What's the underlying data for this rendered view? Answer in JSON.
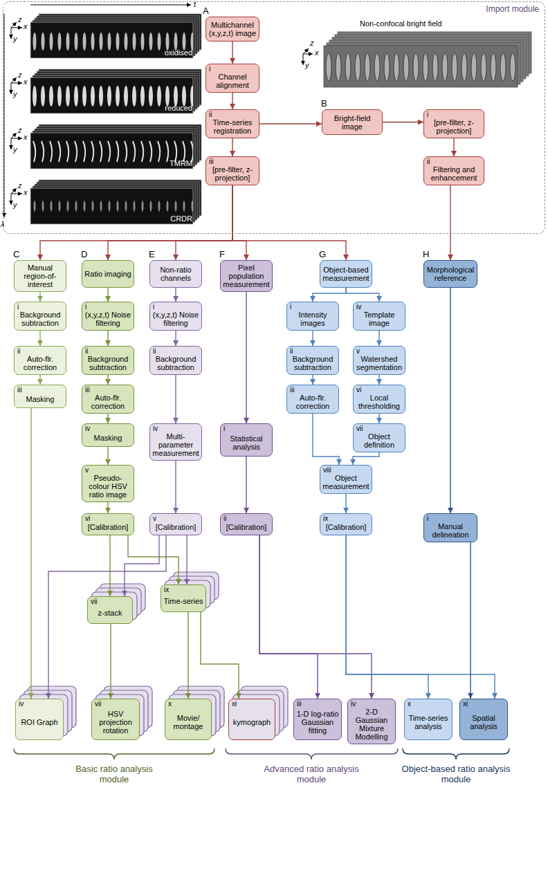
{
  "diagram": {
    "nodes": [
      {
        "text": [
          "Import module"
        ]
      },
      {
        "text": [
          "A",
          "Multichannel (x,y,z,t) image"
        ],
        "in": 0
      },
      {
        "text": [
          "i",
          "Channel alignment"
        ],
        "in": 0
      },
      {
        "text": [
          "ii",
          "Time-series registration"
        ],
        "in": 0
      },
      {
        "text": [
          "iii",
          "[pre-filter, z-projection]"
        ],
        "in": 0
      },
      {
        "text": [
          "B",
          "Bright-field image"
        ],
        "in": 0
      },
      {
        "text": [
          "i",
          "[pre-filter, z-projection]"
        ],
        "in": 0
      },
      {
        "text": [
          "ii",
          "Filtering and enhancement"
        ],
        "in": 0
      },
      {
        "text": [
          "C",
          "Manual region-of-interest"
        ]
      },
      {
        "text": [
          "i",
          "Background subtraction"
        ]
      },
      {
        "text": [
          "ii",
          "Auto-flr. correction"
        ]
      },
      {
        "text": [
          "iii",
          "Masking"
        ]
      },
      {
        "text": [
          "D",
          "Ratio imaging"
        ]
      },
      {
        "text": [
          "i",
          "(x,y,z,t) Noise filtering"
        ]
      },
      {
        "text": [
          "ii",
          "Background subtraction"
        ]
      },
      {
        "text": [
          "iii",
          "Auto-flr. correction"
        ]
      },
      {
        "text": [
          "iv",
          "Masking"
        ]
      },
      {
        "text": [
          "v",
          "Pseudo-colour HSV ratio image"
        ]
      },
      {
        "text": [
          "vi",
          "[Calibration]"
        ]
      },
      {
        "text": [
          "E",
          "Non-ratio channels"
        ]
      },
      {
        "text": [
          "i",
          "(x,y,z,t) Noise filtering"
        ]
      },
      {
        "text": [
          "ii",
          "Background subtraction"
        ]
      },
      {
        "text": [
          "iv",
          "Multi-parameter measurement"
        ]
      },
      {
        "text": [
          "v",
          "[Calibration]"
        ]
      },
      {
        "text": [
          "F",
          "Pixel population measurement"
        ]
      },
      {
        "text": [
          "i",
          "Statistical analysis"
        ]
      },
      {
        "text": [
          "ii",
          "[Calibration]"
        ]
      },
      {
        "text": [
          "G",
          "Object-based measurement"
        ]
      },
      {
        "text": [
          "i",
          "Intensity images"
        ]
      },
      {
        "text": [
          "ii",
          "Background subtraction"
        ]
      },
      {
        "text": [
          "iii",
          "Auto-flr. correction"
        ]
      },
      {
        "text": [
          "iv",
          "Template image"
        ]
      },
      {
        "text": [
          "v",
          "Watershed segmentation"
        ]
      },
      {
        "text": [
          "vi",
          "Local thresholding"
        ]
      },
      {
        "text": [
          "vii",
          "Object definition"
        ]
      },
      {
        "text": [
          "viii",
          "Object measurement"
        ]
      },
      {
        "text": [
          "ix",
          "[Calibration]"
        ]
      },
      {
        "text": [
          "H",
          "Morphological reference"
        ]
      },
      {
        "text": [
          "i",
          "Manual delineation"
        ]
      },
      {
        "text": [
          "vii",
          "z-stack"
        ]
      },
      {
        "text": [
          "ix",
          "Time-series"
        ]
      },
      {
        "text": [
          "iv",
          "ROI Graph"
        ]
      },
      {
        "text": [
          "vii",
          "HSV projection rotation"
        ]
      },
      {
        "text": [
          "x",
          "Movie/ montage"
        ]
      },
      {
        "text": [
          "xi",
          "kymograph"
        ]
      },
      {
        "text": [
          "iii",
          "1-D log-ratio Gaussian fitting"
        ]
      },
      {
        "text": [
          "iv",
          "2-D Gaussian Mixture Modelling"
        ]
      },
      {
        "text": [
          "x",
          "Time-series analysis"
        ]
      },
      {
        "text": [
          "xi",
          "Spatial analysis"
        ]
      }
    ],
    "edges": [
      {
        "from": 1,
        "to": 2,
        "arrow": "to"
      },
      {
        "from": 2,
        "to": 3,
        "arrow": "to"
      },
      {
        "from": 3,
        "to": 4,
        "arrow": "to"
      },
      {
        "from": 3,
        "to": 5,
        "arrow": "to"
      },
      {
        "from": 5,
        "to": 6,
        "arrow": "to"
      },
      {
        "from": 6,
        "to": 7,
        "arrow": "to"
      },
      {
        "from": 4,
        "to": 8,
        "arrow": "to"
      },
      {
        "from": 4,
        "to": 12,
        "arrow": "to"
      },
      {
        "from": 4,
        "to": 19,
        "arrow": "to"
      },
      {
        "from": 4,
        "to": 24,
        "arrow": "to"
      },
      {
        "from": 4,
        "to": 27,
        "arrow": "to"
      },
      {
        "from": 7,
        "to": 37,
        "arrow": "to"
      },
      {
        "from": 8,
        "to": 9,
        "arrow": "to"
      },
      {
        "from": 9,
        "to": 10,
        "arrow": "to"
      },
      {
        "from": 10,
        "to": 11,
        "arrow": "to"
      },
      {
        "from": 12,
        "to": 13,
        "arrow": "to"
      },
      {
        "from": 13,
        "to": 14,
        "arrow": "to"
      },
      {
        "from": 14,
        "to": 15,
        "arrow": "to"
      },
      {
        "from": 15,
        "to": 16,
        "arrow": "to"
      },
      {
        "from": 16,
        "to": 17,
        "arrow": "to"
      },
      {
        "from": 17,
        "to": 18,
        "arrow": "to"
      },
      {
        "from": 19,
        "to": 20,
        "arrow": "to"
      },
      {
        "from": 20,
        "to": 21,
        "arrow": "to"
      },
      {
        "from": 21,
        "to": 22,
        "arrow": "to"
      },
      {
        "from": 22,
        "to": 23,
        "arrow": "to"
      },
      {
        "from": 24,
        "to": 25,
        "arrow": "to"
      },
      {
        "from": 25,
        "to": 26,
        "arrow": "to"
      },
      {
        "from": 27,
        "to": 28,
        "arrow": "to"
      },
      {
        "from": 27,
        "to": 31,
        "arrow": "to"
      },
      {
        "from": 28,
        "to": 29,
        "arrow": "to"
      },
      {
        "from": 29,
        "to": 30,
        "arrow": "to"
      },
      {
        "from": 31,
        "to": 32,
        "arrow": "to"
      },
      {
        "from": 32,
        "to": 33,
        "arrow": "to"
      },
      {
        "from": 33,
        "to": 34,
        "arrow": "to"
      },
      {
        "from": 30,
        "to": 35,
        "arrow": "to"
      },
      {
        "from": 34,
        "to": 35,
        "arrow": "to"
      },
      {
        "from": 35,
        "to": 36,
        "arrow": "to"
      },
      {
        "from": 37,
        "to": 38,
        "arrow": "to"
      },
      {
        "from": 11,
        "to": 41,
        "arrow": "to"
      },
      {
        "from": 18,
        "to": 39,
        "arrow": "to"
      },
      {
        "from": 18,
        "to": 40,
        "arrow": "to"
      },
      {
        "from": 23,
        "to": 39,
        "arrow": "to"
      },
      {
        "from": 23,
        "to": 40,
        "arrow": "to"
      },
      {
        "from": 23,
        "to": 41,
        "arrow": "to"
      },
      {
        "from": 39,
        "to": 42,
        "arrow": "to"
      },
      {
        "from": 40,
        "to": 43,
        "arrow": "to"
      },
      {
        "from": 40,
        "to": 44,
        "arrow": "to"
      },
      {
        "from": 26,
        "to": 45,
        "arrow": "to"
      },
      {
        "from": 26,
        "to": 46,
        "arrow": "to"
      },
      {
        "from": 36,
        "to": 47,
        "arrow": "to"
      },
      {
        "from": 36,
        "to": 48,
        "arrow": "to"
      },
      {
        "from": 38,
        "to": 48,
        "arrow": "to"
      }
    ],
    "labels": [
      "t",
      "λ",
      "z",
      "x",
      "y",
      "z",
      "x",
      "y",
      "z",
      "x",
      "y",
      "z",
      "x",
      "y",
      "oxidised",
      "reduced",
      "TMRM",
      "CRDR",
      "Non-confocal bright field",
      "z",
      "x",
      "y",
      "Basic ratio analysis module",
      "Advanced ratio analysis module",
      "Object-based ratio analysis module"
    ]
  }
}
